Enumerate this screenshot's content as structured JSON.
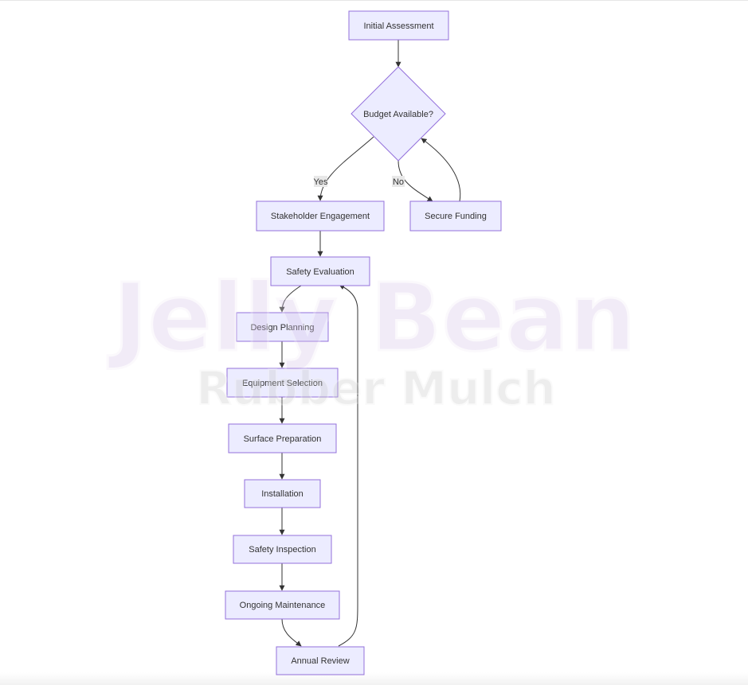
{
  "nodes": {
    "initial_assessment": "Initial Assessment",
    "budget_available": "Budget Available?",
    "stakeholder_engagement": "Stakeholder Engagement",
    "secure_funding": "Secure Funding",
    "safety_evaluation": "Safety Evaluation",
    "design_planning": "Design Planning",
    "equipment_selection": "Equipment Selection",
    "surface_preparation": "Surface Preparation",
    "installation": "Installation",
    "safety_inspection": "Safety Inspection",
    "ongoing_maintenance": "Ongoing Maintenance",
    "annual_review": "Annual Review"
  },
  "edge_labels": {
    "yes": "Yes",
    "no": "No"
  },
  "watermark": {
    "line1": "Jelly Bean",
    "line2": "Rubber Mulch"
  },
  "colors": {
    "node_fill": "#ECECFF",
    "node_stroke": "#9370DB",
    "edge": "#333333",
    "text": "#333333"
  }
}
